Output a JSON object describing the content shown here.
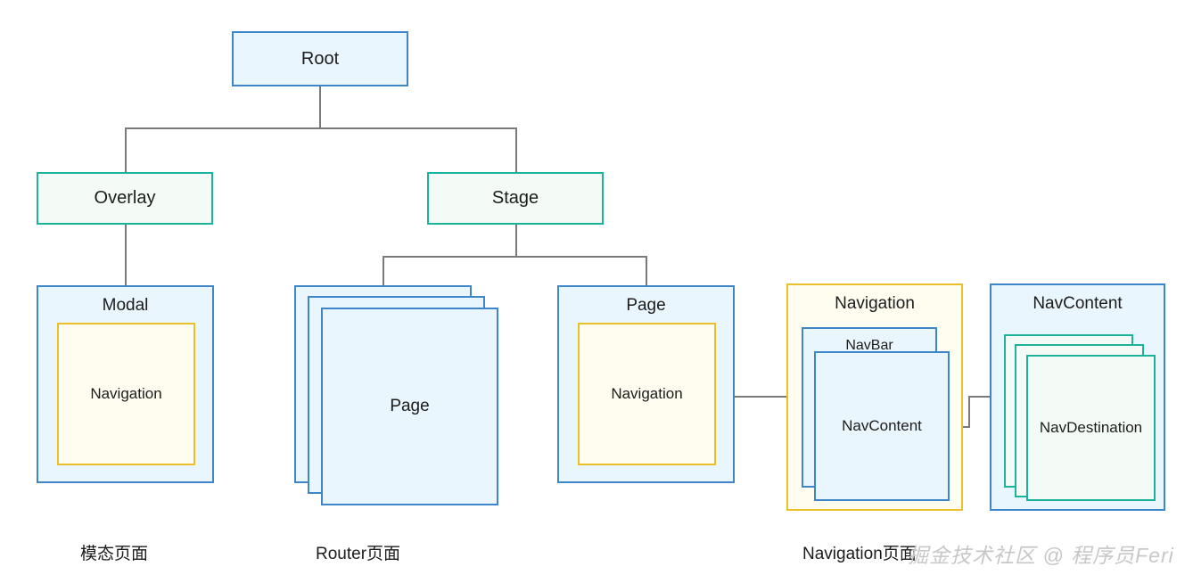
{
  "diagram": {
    "title": "Page architecture tree",
    "colors": {
      "blue_border": "#3f86c9",
      "blue_fill": "#eaf6fd",
      "green_border": "#1cb39c",
      "green_fill": "#f4fbf6",
      "yellow_border": "#ebc02a",
      "yellow_fill": "#fffcf0",
      "connector": "#7a7a7a",
      "text": "#1c1c1c",
      "watermark": "#c7c7c7"
    },
    "nodes": {
      "root": "Root",
      "overlay": "Overlay",
      "stage": "Stage",
      "modal": "Modal",
      "modal_navigation": "Navigation",
      "router_page": "Page",
      "page": "Page",
      "page_navigation": "Navigation",
      "navigation": "Navigation",
      "navbar": "NavBar",
      "navcontent_inner": "NavContent",
      "navcontent": "NavContent",
      "navdestination": "NavDestination"
    },
    "captions": [
      {
        "id": "modal-caption",
        "text": "模态页面"
      },
      {
        "id": "router-caption",
        "text": "Router页面"
      },
      {
        "id": "navigation-caption",
        "text": "Navigation页面"
      }
    ],
    "watermark": "掘金技术社区 @ 程序员Feri"
  }
}
